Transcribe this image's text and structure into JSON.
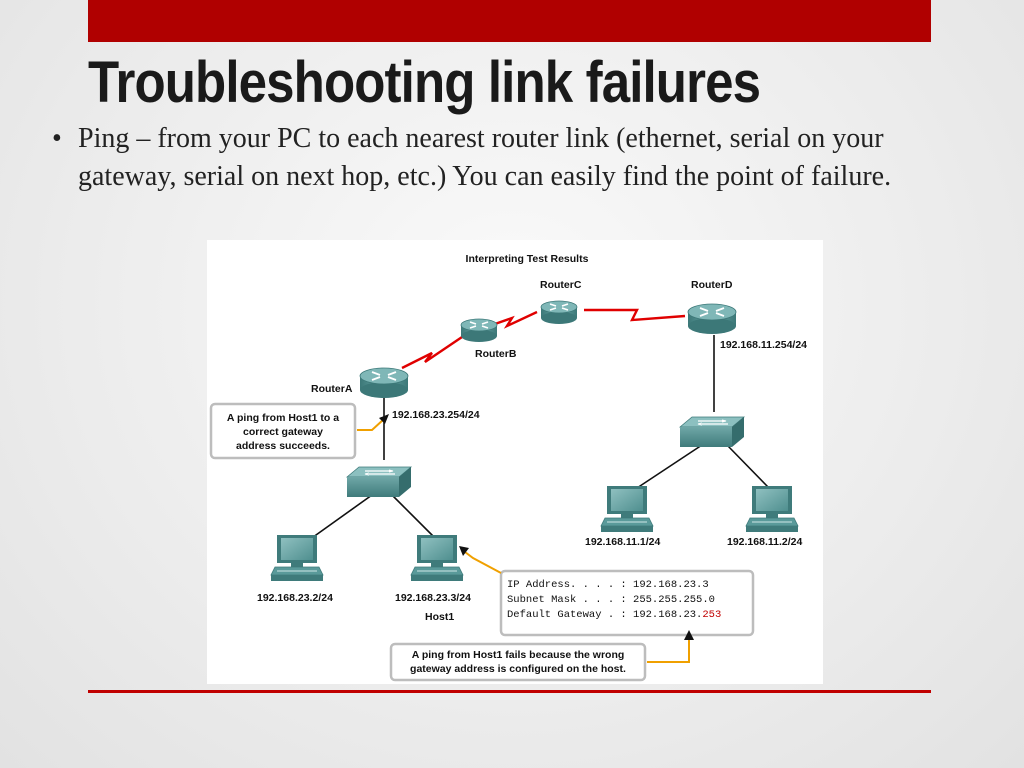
{
  "slide": {
    "title": "Troubleshooting link failures",
    "bullet": "Ping – from your PC to each nearest router link (ethernet, serial on your gateway, serial on next hop, etc.)  You can easily find the point of failure."
  },
  "figure": {
    "title": "Interpreting Test Results",
    "routers": {
      "a": "RouterA",
      "b": "RouterB",
      "c": "RouterC",
      "d": "RouterD"
    },
    "addresses": {
      "router_a_lan": "192.168.23.254/24",
      "router_d_lan": "192.168.11.254/24",
      "pc_left": "192.168.23.2/24",
      "host1": "192.168.23.3/24",
      "pc_d1": "192.168.11.1/24",
      "pc_d2": "192.168.11.2/24"
    },
    "host1_name": "Host1",
    "callout_success": [
      "A ping from Host1 to a",
      "correct gateway",
      "address succeeds."
    ],
    "callout_fail": [
      "A ping from Host1 fails because the wrong",
      "gateway address is configured on the host."
    ],
    "ipconfig": {
      "ip_label": "IP Address. . . . : ",
      "ip_value": "192.168.23.3",
      "mask_label": "Subnet Mask . . . : ",
      "mask_value": "255.255.255.0",
      "gw_label": "Default Gateway . : ",
      "gw_value_prefix": "192.168.23.",
      "gw_value_wrong": "253"
    },
    "colors": {
      "serial_link": "#e00000",
      "callout_arrow": "#f0a000",
      "device_teal": "#4f8f8f",
      "wrong_value": "#c00000"
    }
  }
}
